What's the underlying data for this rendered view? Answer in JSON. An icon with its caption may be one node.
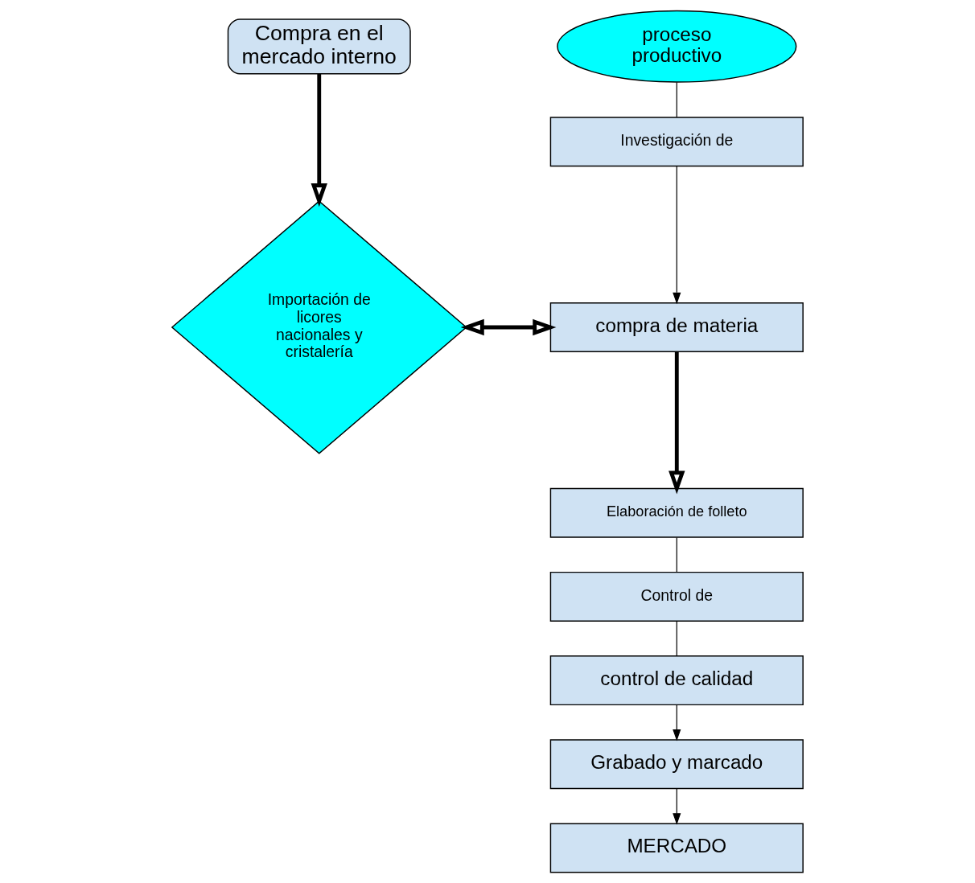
{
  "diagram": {
    "nodes": [
      {
        "text": [
          "Compra en el mercado interno"
        ]
      },
      {
        "text": [
          "Importación de licores nacionales y cristalería"
        ]
      },
      {
        "text": [
          "proceso productivo"
        ]
      },
      {
        "text": [
          "Investigación de"
        ]
      },
      {
        "text": [
          "compra de materia"
        ]
      },
      {
        "text": [
          "Elaboración de folleto"
        ]
      },
      {
        "text": [
          "Control de"
        ]
      },
      {
        "text": [
          "control de calidad"
        ]
      },
      {
        "text": [
          "Grabado y marcado"
        ]
      },
      {
        "text": [
          "MERCADO"
        ]
      }
    ],
    "edges": [
      {
        "from": 0,
        "to": 1,
        "arrow": "to",
        "style": "thick"
      },
      {
        "from": 1,
        "to": 4,
        "arrow": "both",
        "style": "thick"
      },
      {
        "from": 2,
        "to": 3,
        "arrow": "none"
      },
      {
        "from": 3,
        "to": 4,
        "arrow": "to"
      },
      {
        "from": 4,
        "to": 5,
        "arrow": "to",
        "style": "thick"
      },
      {
        "from": 5,
        "to": 6,
        "arrow": "none"
      },
      {
        "from": 6,
        "to": 7,
        "arrow": "none"
      },
      {
        "from": 7,
        "to": 8,
        "arrow": "to"
      },
      {
        "from": 8,
        "to": 9,
        "arrow": "to"
      }
    ]
  }
}
